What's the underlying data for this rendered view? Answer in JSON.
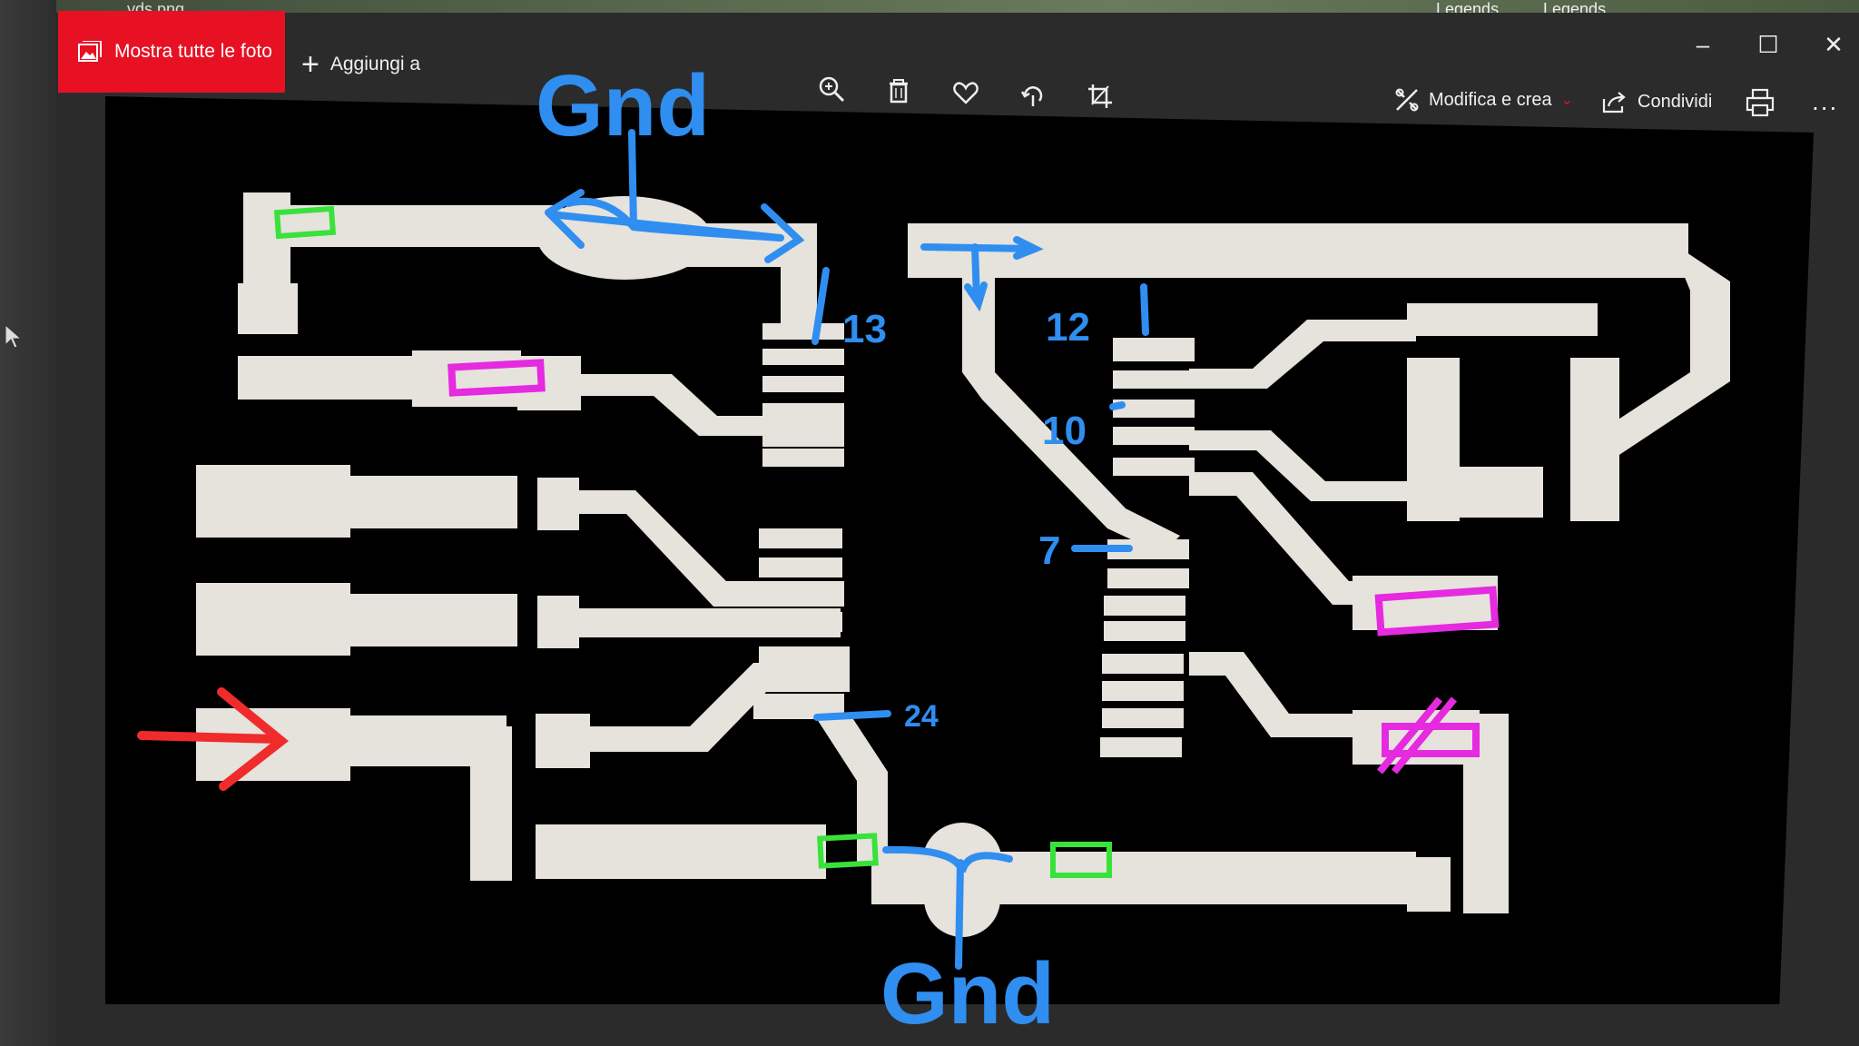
{
  "titlebar": {
    "filename": "vds.png",
    "legend_1": "Legends",
    "legend_2": "Legends"
  },
  "toolbar": {
    "show_all_label": "Mostra tutte le foto",
    "add_to_label": "Aggiungi a",
    "edit_create_label": "Modifica e crea",
    "share_label": "Condividi",
    "more_label": "..."
  },
  "icons": {
    "photos": "photos-icon",
    "zoom": "zoom-in-icon",
    "delete": "trash-icon",
    "favorite": "heart-icon",
    "rotate": "rotate-icon",
    "crop": "crop-icon",
    "edit": "edit-create-icon",
    "share": "share-icon",
    "print": "print-icon"
  },
  "window_controls": {
    "minimize": "–",
    "maximize": "☐",
    "close": "✕"
  },
  "annotations": {
    "gnd_top": "Gnd",
    "gnd_bottom": "Gnd",
    "pin_13": "13",
    "pin_12": "12",
    "pin_10": "10",
    "pin_7": "7",
    "pin_24": "24"
  },
  "colors": {
    "accent_red": "#e81123",
    "annotation_blue": "#2f8ef0",
    "annotation_green": "#39e23a",
    "annotation_magenta": "#e52ae0",
    "pcb_trace": "#e6e2dc",
    "pcb_background": "#000000"
  }
}
